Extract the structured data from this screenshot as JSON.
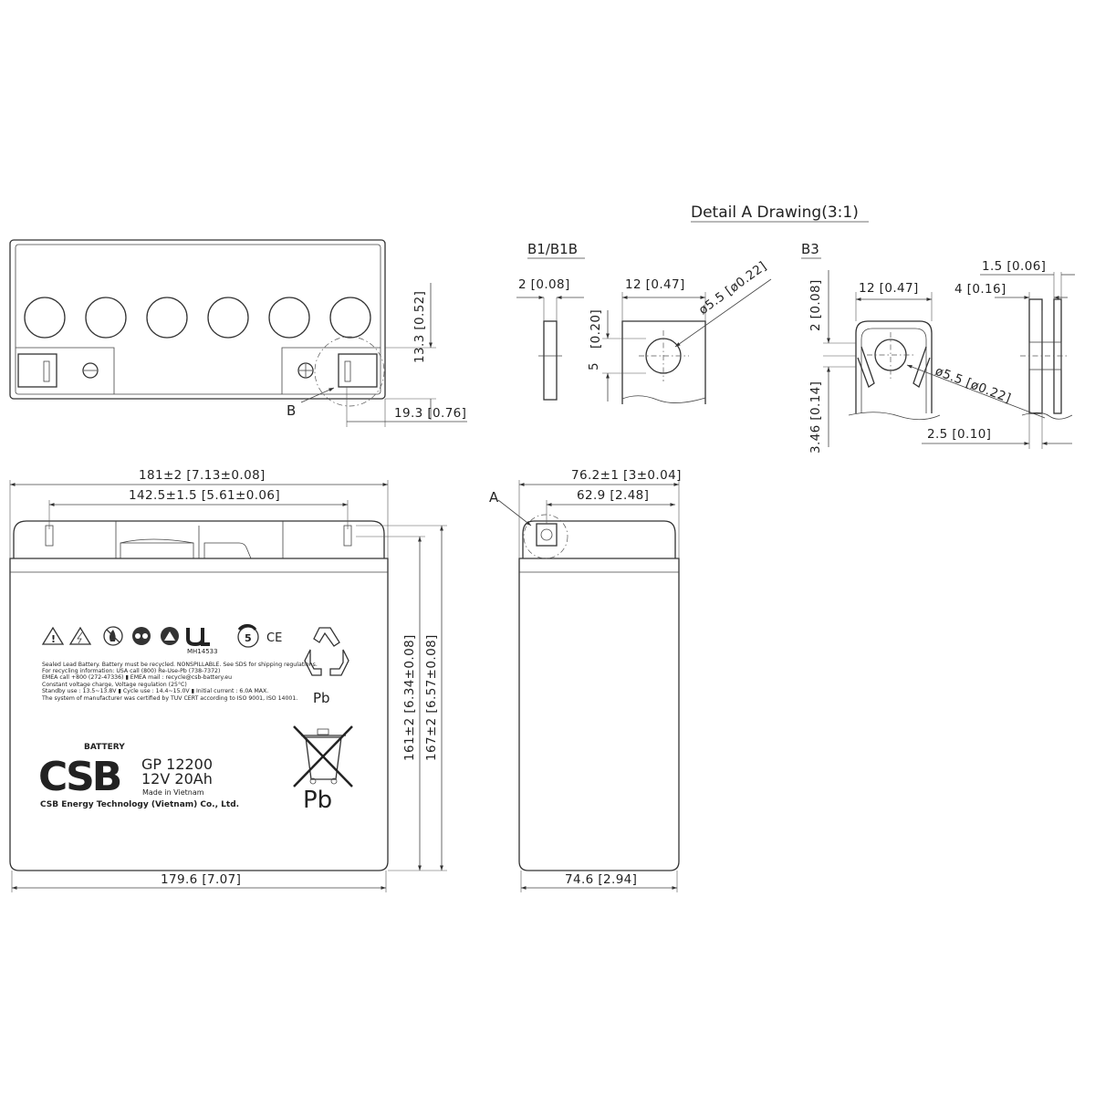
{
  "detail_title": "Detail A Drawing(3:1)",
  "terminals": {
    "b1_label": "B1/B1B",
    "b3_label": "B3",
    "b1_dims": {
      "thickness": "2 [0.08]",
      "width": "12 [0.47]",
      "hole": "ø5.5 [ø0.22]",
      "hole_height_in": "[0.20]",
      "hole_height_mm": "5"
    },
    "b3_dims": {
      "top_thickness": "2 [0.08]",
      "width": "12 [0.47]",
      "hole": "ø5.5 [ø0.22]",
      "lower": "3.46 [0.14]",
      "side": "4 [0.16]",
      "blade": "1.5 [0.06]",
      "offset": "2.5 [0.10]"
    }
  },
  "top_view": {
    "height_dim": "13.3 [0.52]",
    "offset_dim": "19.3 [0.76]",
    "callout": "B"
  },
  "front_view": {
    "overall_width": "181±2 [7.13±0.08]",
    "terminal_spacing": "142.5±1.5 [5.61±0.06]",
    "body_height": "161±2 [6.34±0.08]",
    "total_height": "167±2 [6.57±0.08]",
    "bottom_width": "179.6 [7.07]"
  },
  "side_view": {
    "overall_width": "76.2±1 [3±0.04]",
    "terminal_offset": "62.9 [2.48]",
    "bottom_width": "74.6 [2.94]",
    "callout": "A"
  },
  "label": {
    "ul_code": "MH14533",
    "ce_mark": "CE",
    "recycle_symbol_text": "Pb",
    "bin_symbol_text": "Pb",
    "warning_lines": [
      "Sealed Lead Battery. Battery must be recycled. NONSPILLABLE. See SDS for shipping regulations.",
      "For recycling information: USA call (800) Re-Use-Pb (738-7372)",
      "EMEA call +800 (272-47336)  ▮  EMEA mail : recycle@csb-battery.eu",
      "Constant voltage charge, Voltage regulation (25°C)",
      "Standby use : 13.5~13.8V  ▮  Cycle use : 14.4~15.0V  ▮  Initial current : 6.0A MAX.",
      "The system of manufacturer was certified by TUV CERT according to ISO 9001, ISO 14001."
    ],
    "brand": "CSB",
    "brand_tag": "BATTERY",
    "model": "GP 12200",
    "rating": "12V 20Ah",
    "origin": "Made in Vietnam",
    "company": "CSB Energy Technology (Vietnam) Co., Ltd."
  }
}
